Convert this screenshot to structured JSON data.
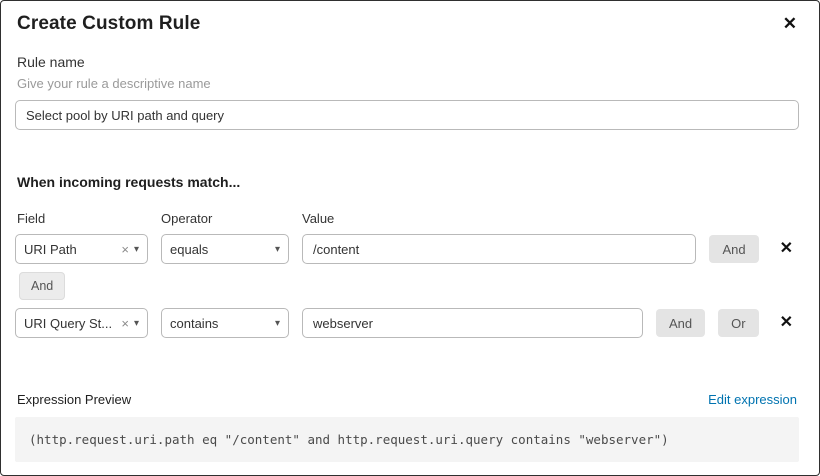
{
  "dialog": {
    "title": "Create Custom Rule"
  },
  "icons": {
    "close": "✕",
    "clear": "×",
    "caret": "▾",
    "delete": "✕"
  },
  "rule_name": {
    "label": "Rule name",
    "helper": "Give your rule a descriptive name",
    "value": "Select pool by URI path and query"
  },
  "match_section": {
    "heading": "When incoming requests match...",
    "columns": {
      "field": "Field",
      "operator": "Operator",
      "value": "Value"
    }
  },
  "rows": [
    {
      "field": "URI Path",
      "operator": "equals",
      "value": "/content",
      "and_label": "And"
    },
    {
      "field": "URI Query St...",
      "operator": "contains",
      "value": "webserver",
      "and_label": "And",
      "or_label": "Or"
    }
  ],
  "connector": {
    "label": "And"
  },
  "expression": {
    "label": "Expression Preview",
    "edit_link": "Edit expression",
    "preview": "(http.request.uri.path eq \"/content\" and http.request.uri.query contains \"webserver\")"
  },
  "colors": {
    "link": "#0073b0",
    "chip_bg": "#e4e4e4",
    "code_bg": "#f4f4f4",
    "border": "#b9b9b9"
  }
}
